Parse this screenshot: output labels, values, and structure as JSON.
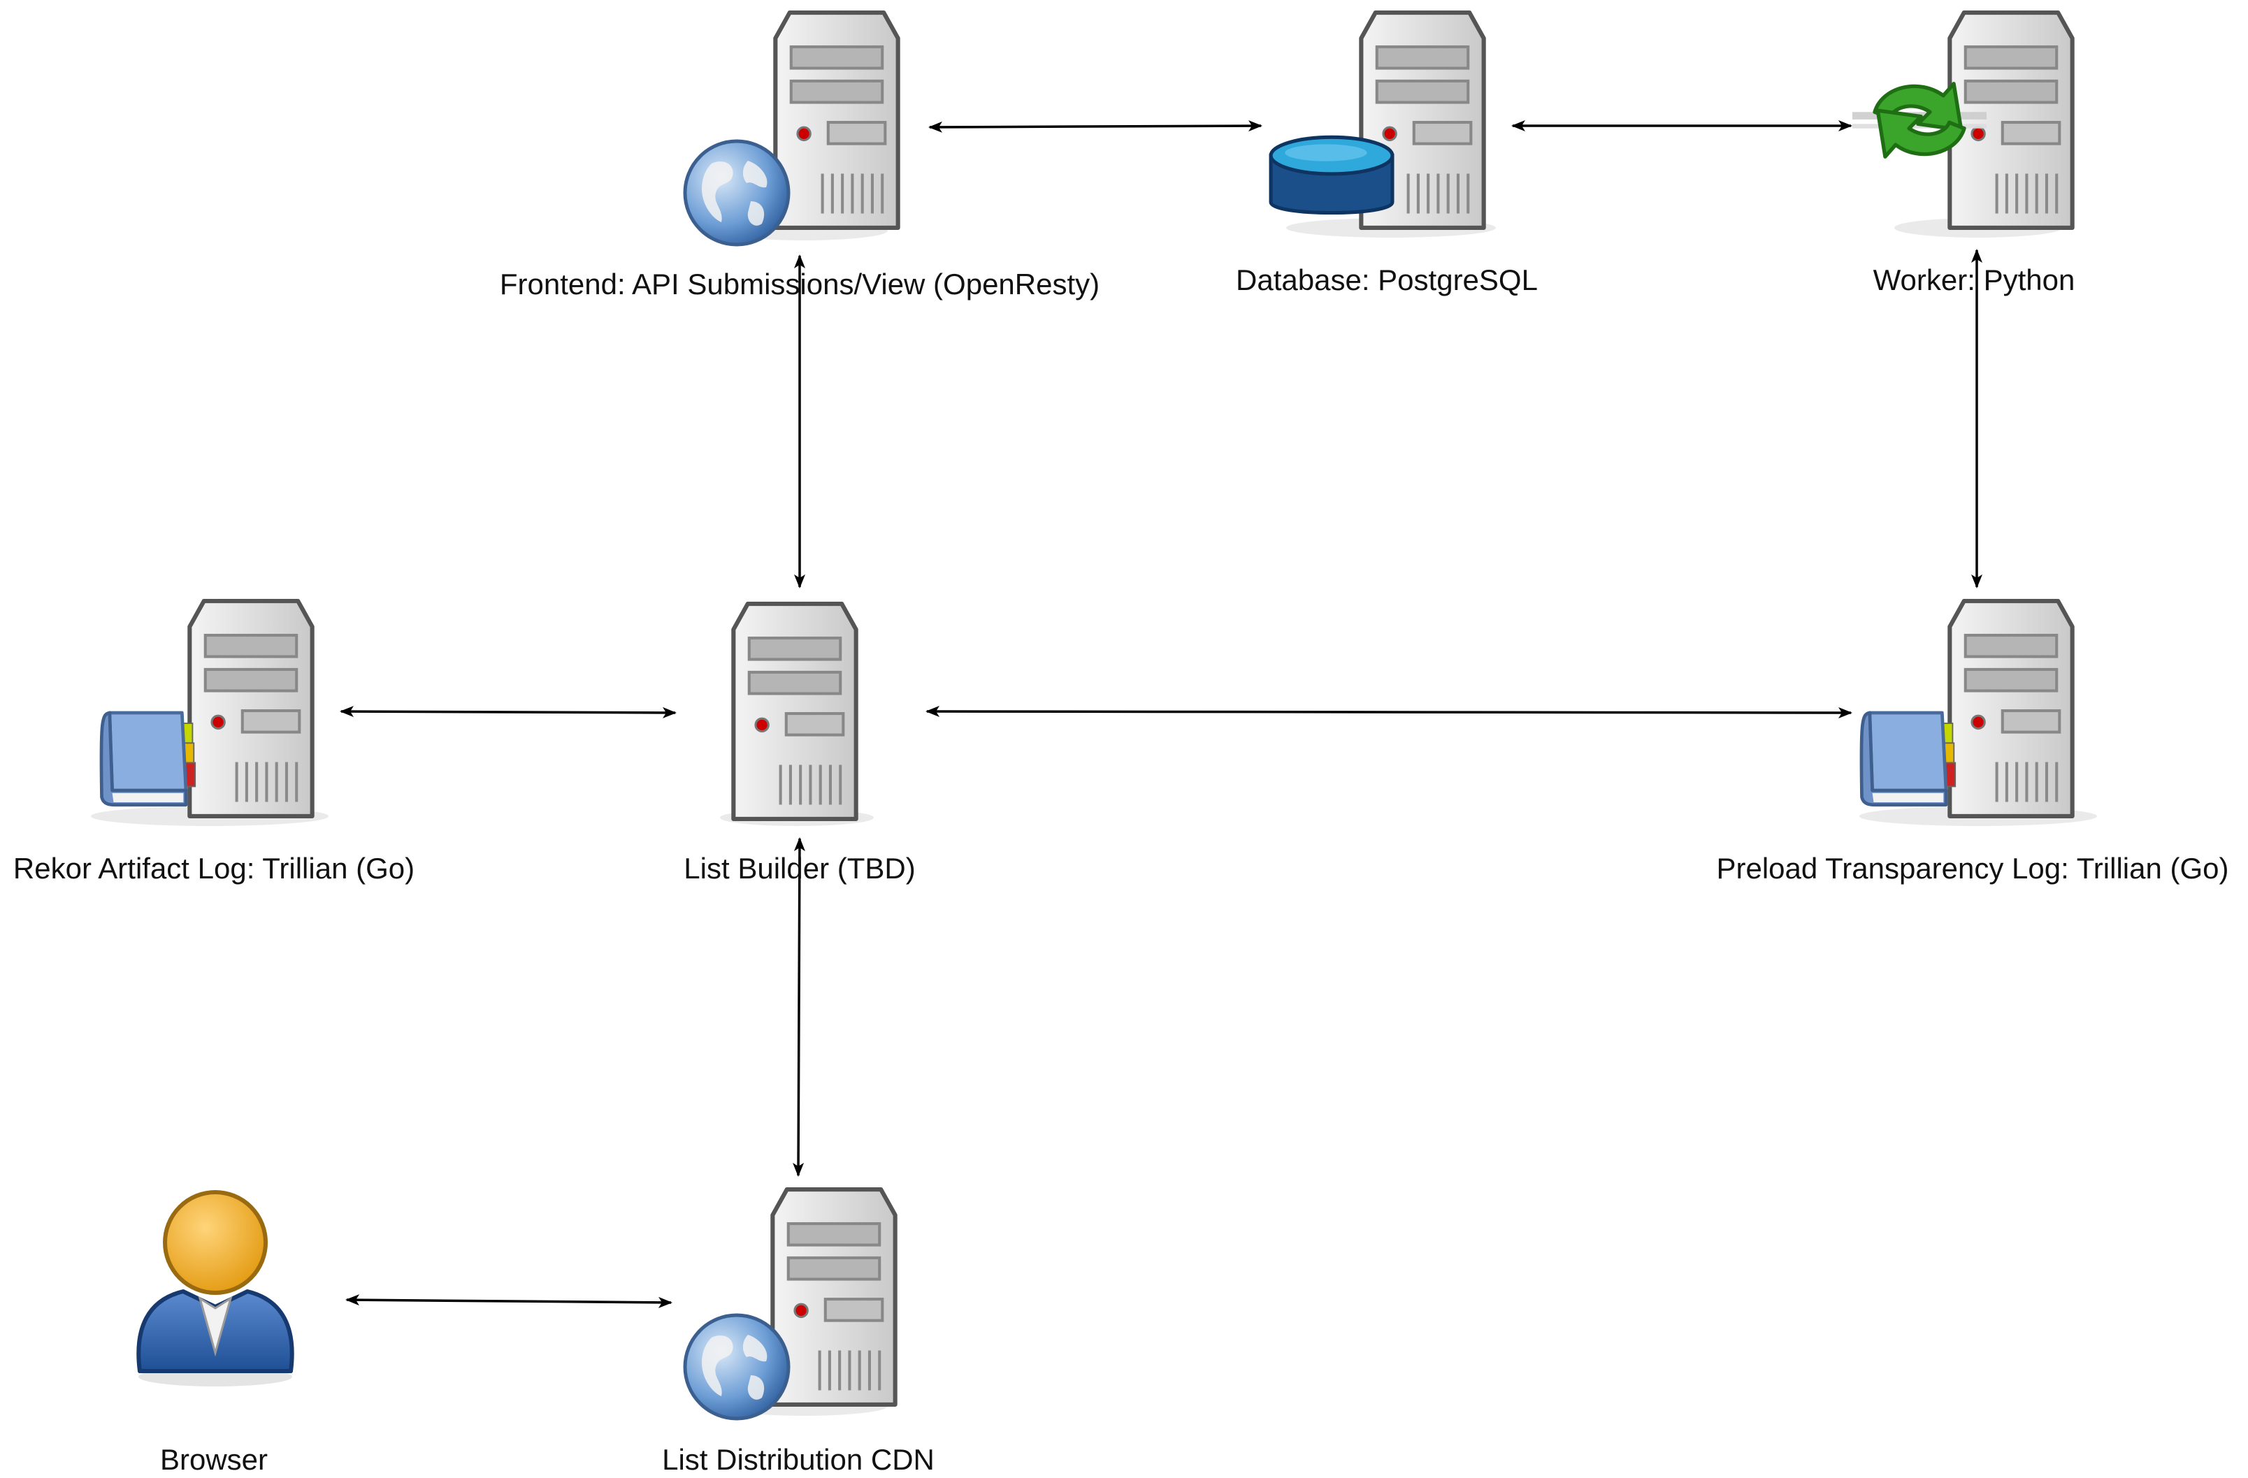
{
  "nodes": [
    {
      "id": "frontend",
      "label": "Frontend: API Submissions/View (OpenResty)",
      "icon": "server-globe-icon"
    },
    {
      "id": "database",
      "label": "Database: PostgreSQL",
      "icon": "server-database-icon"
    },
    {
      "id": "worker",
      "label": "Worker: Python",
      "icon": "server-refresh-icon"
    },
    {
      "id": "rekor",
      "label": "Rekor Artifact Log: Trillian (Go)",
      "icon": "server-book-icon"
    },
    {
      "id": "builder",
      "label": "List Builder (TBD)",
      "icon": "server-icon"
    },
    {
      "id": "preload",
      "label": "Preload Transparency Log: Trillian (Go)",
      "icon": "server-book-icon"
    },
    {
      "id": "browser",
      "label": "Browser",
      "icon": "user-icon"
    },
    {
      "id": "cdn",
      "label": "List Distribution CDN",
      "icon": "server-globe-icon"
    }
  ],
  "edges": [
    {
      "from": "frontend",
      "to": "database",
      "direction": "both"
    },
    {
      "from": "database",
      "to": "worker",
      "direction": "both"
    },
    {
      "from": "frontend",
      "to": "builder",
      "direction": "both"
    },
    {
      "from": "worker",
      "to": "preload",
      "direction": "both"
    },
    {
      "from": "rekor",
      "to": "builder",
      "direction": "both"
    },
    {
      "from": "builder",
      "to": "preload",
      "direction": "both"
    },
    {
      "from": "builder",
      "to": "cdn",
      "direction": "both"
    },
    {
      "from": "browser",
      "to": "cdn",
      "direction": "both"
    }
  ],
  "colors": {
    "server_body": "#dcdcdc",
    "server_outline": "#555555",
    "led": "#cc0000",
    "globe_blue": "#3a6fb0",
    "database_blue": "#1a5a9a",
    "refresh_green": "#3aa52a",
    "book_blue": "#7d9fd0",
    "user_body": "#2e5fa8",
    "user_head": "#e8a020",
    "arrow": "#000000"
  }
}
